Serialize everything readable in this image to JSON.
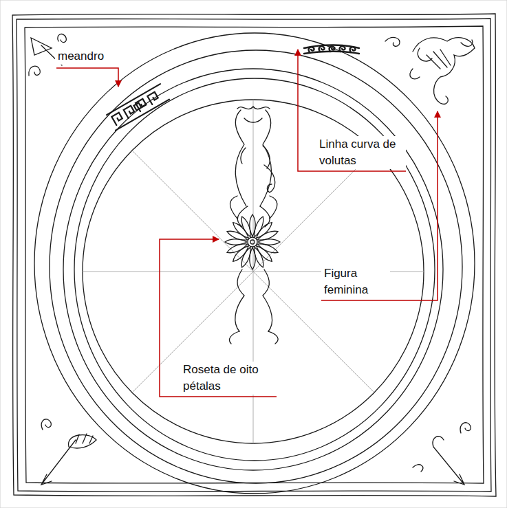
{
  "diagram": {
    "labels": [
      "meandro",
      "Linha curva de volutas",
      "Figura feminina",
      "Roseta de oito pétalas"
    ]
  }
}
